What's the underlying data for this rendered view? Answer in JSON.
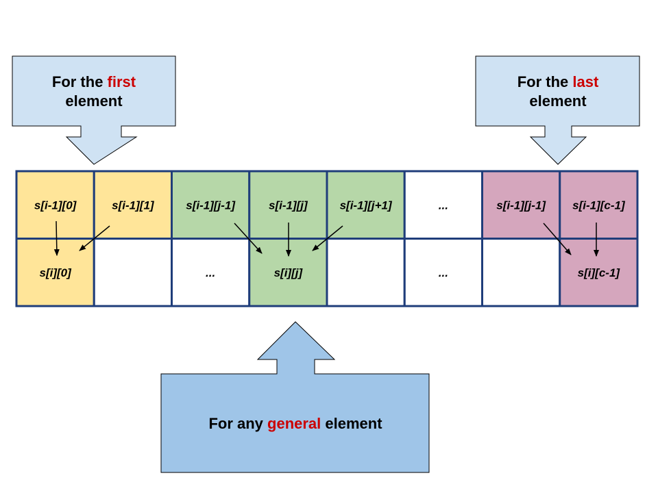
{
  "colors": {
    "first_cells": "#ffe599",
    "general_cells": "#b6d7a8",
    "last_cells": "#d5a6bd",
    "empty_cells": "#ffffff",
    "grid_border": "#1f3d7a",
    "callout_light": "#cfe2f3",
    "callout_general": "#9fc5e8",
    "highlight_text": "#cc0000",
    "arrow": "#000000"
  },
  "callouts": {
    "first": {
      "line1_pre": "For the ",
      "line1_hl": "first",
      "line2": "element"
    },
    "last": {
      "line1_pre": "For the ",
      "line1_hl": "last",
      "line2": "element"
    },
    "general": {
      "pre": "For any ",
      "hl": "general",
      "post": " element"
    }
  },
  "grid": {
    "rows": [
      [
        {
          "text": "s[i-1][0]",
          "group": "first"
        },
        {
          "text": "s[i-1][1]",
          "group": "first"
        },
        {
          "text": "s[i-1][j-1]",
          "group": "general"
        },
        {
          "text": "s[i-1][j]",
          "group": "general"
        },
        {
          "text": "s[i-1][j+1]",
          "group": "general"
        },
        {
          "text": "...",
          "group": "empty"
        },
        {
          "text": "s[i-1][j-1]",
          "group": "last"
        },
        {
          "text": "s[i-1][c-1]",
          "group": "last"
        }
      ],
      [
        {
          "text": "s[i][0]",
          "group": "first"
        },
        {
          "text": "",
          "group": "empty"
        },
        {
          "text": "...",
          "group": "empty"
        },
        {
          "text": "s[i][j]",
          "group": "general"
        },
        {
          "text": "",
          "group": "empty"
        },
        {
          "text": "...",
          "group": "empty"
        },
        {
          "text": "",
          "group": "empty"
        },
        {
          "text": "s[i][c-1]",
          "group": "last"
        }
      ]
    ]
  }
}
